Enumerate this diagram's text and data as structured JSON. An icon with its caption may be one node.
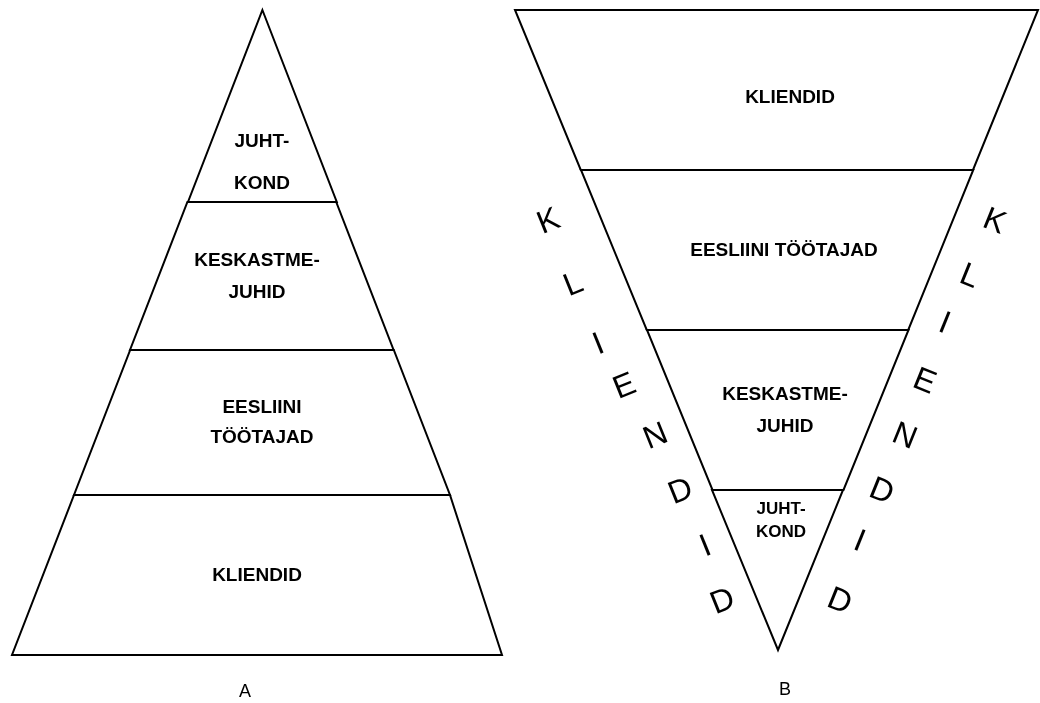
{
  "diagram": {
    "nodes": [
      {
        "text": [
          "JUHT- KOND"
        ]
      },
      {
        "text": [
          "KESKASTME- JUHID"
        ]
      },
      {
        "text": [
          "EESLIINI TÖÖTAJAD"
        ]
      },
      {
        "text": [
          "KLIENDID"
        ]
      },
      {
        "text": [
          "KLIENDID"
        ]
      },
      {
        "text": [
          "EESLIINI TÖÖTAJAD"
        ]
      },
      {
        "text": [
          "KESKASTME- JUHID"
        ]
      },
      {
        "text": [
          "JUHT- KOND"
        ]
      }
    ],
    "labels": [
      "K",
      "L",
      "I",
      "E",
      "N",
      "D",
      "I",
      "D",
      "K",
      "L",
      "I",
      "E",
      "N",
      "D",
      "I",
      "D",
      "A",
      "B"
    ]
  }
}
